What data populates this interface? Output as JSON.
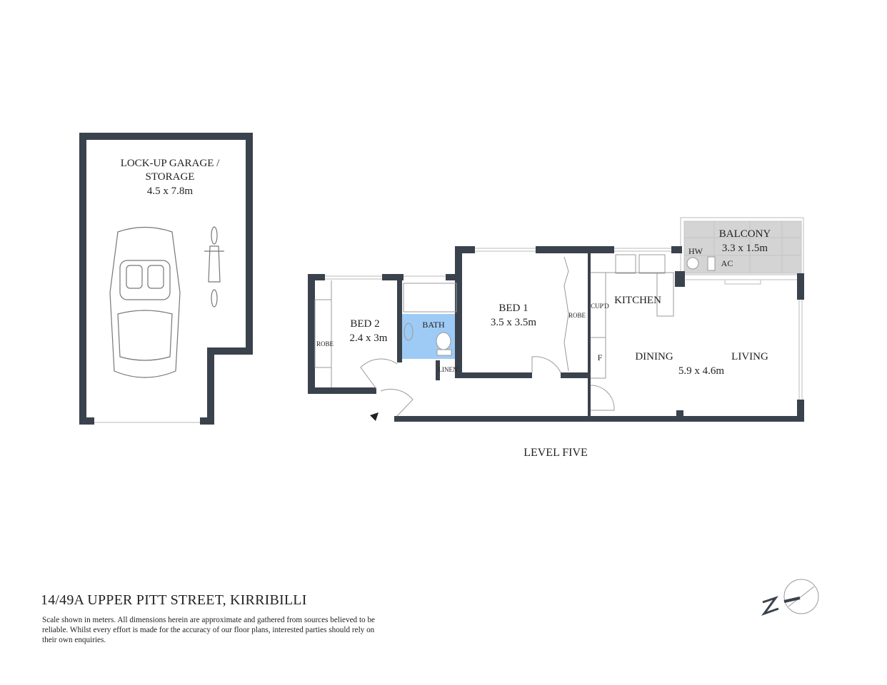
{
  "colors": {
    "wall": "#3a424d",
    "bath": "#9ecbf5",
    "balcony": "#d4d4d4",
    "fixture": "#9a9a9a"
  },
  "garage": {
    "label_line1": "LOCK-UP GARAGE /",
    "label_line2": "STORAGE",
    "dims": "4.5 x 7.8m",
    "icons": [
      "car-icon",
      "motorcycle-icon"
    ]
  },
  "rooms": {
    "bed2": {
      "name": "BED 2",
      "dims": "2.4 x 3m",
      "robe": "ROBE"
    },
    "bath": {
      "name": "BATH"
    },
    "linen": {
      "name": "LINEN"
    },
    "bed1": {
      "name": "BED 1",
      "dims": "3.5 x 3.5m",
      "robe": "ROBE"
    },
    "kitchen": {
      "name": "KITCHEN",
      "cupd": "CUP'D",
      "fridge": "F"
    },
    "dining": {
      "name": "DINING"
    },
    "living": {
      "name": "LIVING",
      "dims": "5.9 x 4.6m"
    },
    "balcony": {
      "name": "BALCONY",
      "dims": "3.3 x 1.5m",
      "hw": "HW",
      "ac": "AC"
    }
  },
  "level_label": "LEVEL FIVE",
  "footer": {
    "title": "14/49A UPPER PITT STREET, KIRRIBILLI",
    "disclaimer": "Scale shown in meters. All dimensions herein are approximate and gathered from sources believed to be  reliable. Whilst every effort is made for the accuracy of our floor plans, interested parties should rely on their own enquiries."
  },
  "compass": {
    "label": "N"
  }
}
